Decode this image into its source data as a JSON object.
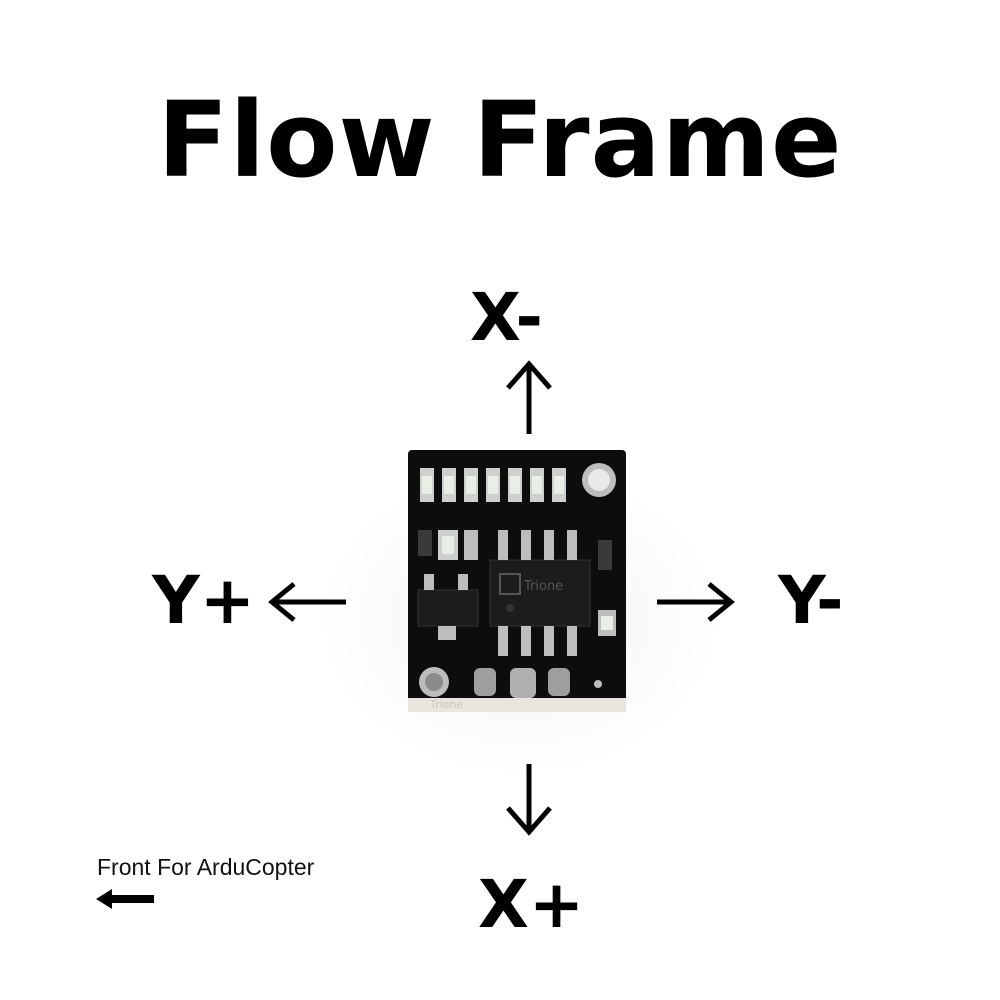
{
  "title": "Flow Frame",
  "axes": {
    "x_minus": "X-",
    "x_plus": "X+",
    "y_plus": "Y+",
    "y_minus": "Y-"
  },
  "note": {
    "text": "Front For ArduCopter",
    "arrow_direction": "left"
  },
  "board": {
    "chip_marking": "Trione",
    "silkscreen": "Trione",
    "colors": {
      "pcb": "#0d0d0d",
      "pad": "#bdbdbd",
      "led": "#e9efe4"
    }
  },
  "icons": [
    "arrow-up-icon",
    "arrow-down-icon",
    "arrow-left-icon",
    "arrow-right-icon",
    "front-arrow-icon"
  ]
}
